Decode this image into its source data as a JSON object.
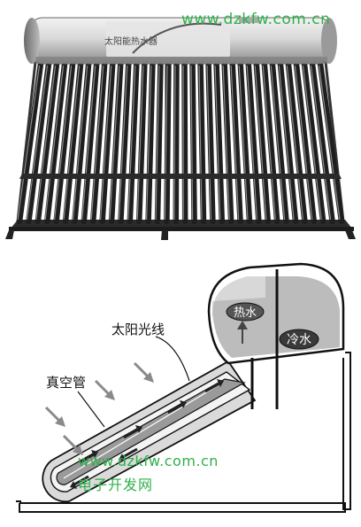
{
  "watermark": {
    "site_top": "www.dzkfw.com.cn",
    "site_mid": "www.dzkfw.com.cn",
    "site_cn": "电子开发网",
    "color": "#2fb14a"
  },
  "photo": {
    "tank_label": "太阳能热水器"
  },
  "diagram": {
    "sunlight_label": "太阳光线",
    "vacuum_tube_label": "真空管",
    "hot_water_label": "热水",
    "cold_water_label": "冷水"
  }
}
